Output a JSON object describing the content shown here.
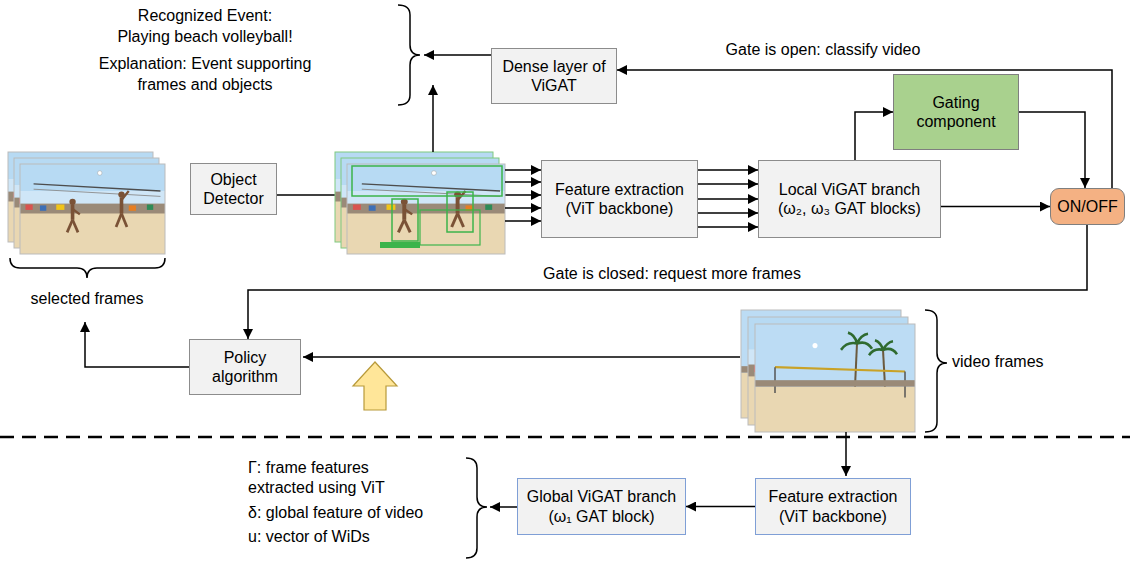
{
  "diagram": {
    "nodes": [
      {
        "text": [
          "Dense layer of ViGAT"
        ]
      },
      {
        "text": [
          "Object Detector"
        ]
      },
      {
        "text": [
          "Feature extraction (ViT backbone)"
        ]
      },
      {
        "text": [
          "Local ViGAT branch (ω₂, ω₃ GAT blocks)"
        ]
      },
      {
        "text": [
          "Gating component"
        ]
      },
      {
        "text": [
          "ON/OFF"
        ]
      },
      {
        "text": [
          "Policy algorithm"
        ]
      },
      {
        "text": [
          "Global ViGAT branch (ω₁ GAT block)"
        ]
      },
      {
        "text": [
          "Feature extraction (ViT backbone)"
        ]
      }
    ],
    "edges": [
      {
        "from": 1,
        "to": 2,
        "arrow": "to"
      },
      {
        "from": 2,
        "to": 3,
        "arrow": "to"
      },
      {
        "from": 3,
        "to": 4,
        "arrow": "to"
      },
      {
        "from": 3,
        "to": 5,
        "arrow": "to"
      },
      {
        "from": 4,
        "to": 5,
        "arrow": "to"
      },
      {
        "from": 5,
        "to": 0,
        "arrow": "to",
        "label": "Gate is open: classify video"
      },
      {
        "from": 5,
        "to": 6,
        "arrow": "to",
        "label": "Gate is closed: request more frames"
      },
      {
        "from": 8,
        "to": 7,
        "arrow": "to"
      }
    ],
    "labels": [
      "Recognized Event:",
      "Playing beach volleyball!",
      "Explanation: Event supporting",
      "frames and objects",
      "selected frames",
      "video frames",
      "Γ: frame features extracted using ViT",
      "δ: global feature of video",
      "u: vector of WiDs"
    ]
  }
}
